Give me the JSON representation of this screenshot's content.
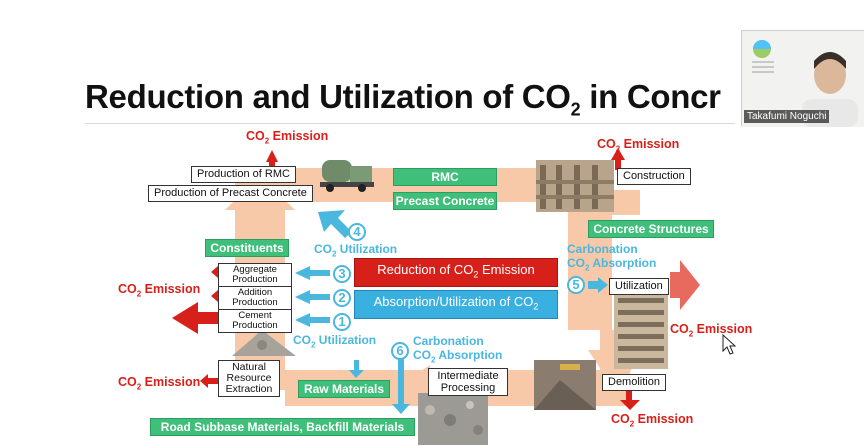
{
  "slide": {
    "title_main": "Reduction and Utilization of CO",
    "title_sub": "2",
    "title_tail": " in Concr"
  },
  "emission": {
    "label": "CO",
    "sub": "2",
    "tail": " Emission"
  },
  "boxes": {
    "production_rmc": "Production of RMC",
    "production_precast": "Production of Precast Concrete",
    "construction": "Construction",
    "utilization": "Utilization",
    "demolition": "Demolition",
    "intermediate_processing": "Intermediate Processing",
    "natural_resource_extraction": "Natural Resource Extraction",
    "aggregate_production": "Aggregate Production",
    "addition_production": "Addition Production",
    "cement_production": "Cement Production"
  },
  "green_labels": {
    "rmc": "RMC",
    "precast": "Precast Concrete",
    "constituents": "Constituents",
    "concrete_structures": "Concrete Structures",
    "raw_materials": "Raw Materials",
    "road_subbase": "Road Subbase Materials, Backfill Materials"
  },
  "center": {
    "reduction_main": "Reduction of CO",
    "reduction_sub": "2",
    "reduction_tail": " Emission",
    "absorption_main": "Absorption/Utilization of CO",
    "absorption_sub": "2"
  },
  "blue_labels": {
    "co2_utilization": "Utilization",
    "co2_prefix": "CO",
    "co2_sub": "2",
    "carbonation": "Carbonation",
    "co2_absorption": " Absorption"
  },
  "numbers": {
    "n1": "1",
    "n2": "2",
    "n3": "3",
    "n4": "4",
    "n5": "5",
    "n6": "6"
  },
  "participant": {
    "name": "Takafumi Noguchi"
  },
  "colors": {
    "emission_red": "#d8201a",
    "green": "#3fbf7a",
    "blue": "#3ab0e0",
    "cycle_peach": "#f7c9a8"
  }
}
